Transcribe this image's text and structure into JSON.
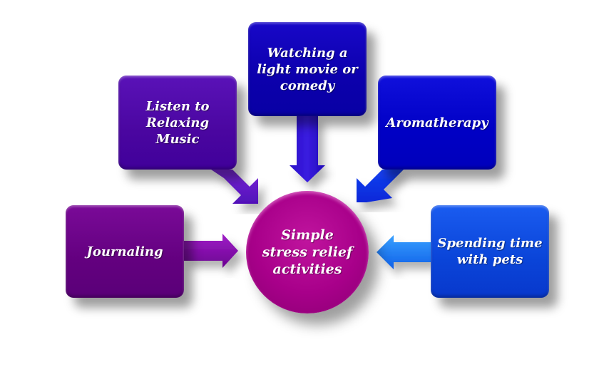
{
  "diagram": {
    "center": {
      "lines": [
        "Simple",
        "stress relief",
        "activities"
      ],
      "color": "#a8008a"
    },
    "nodes": [
      {
        "id": "journaling",
        "lines": [
          "Journaling"
        ],
        "color": "#63007f",
        "arrow_direction": "right"
      },
      {
        "id": "music",
        "lines": [
          "Listen to",
          "Relaxing Music"
        ],
        "color": "#4a06a0",
        "arrow_direction": "down-right"
      },
      {
        "id": "movie",
        "lines": [
          "Watching a",
          "light movie or",
          "comedy"
        ],
        "color": "#0c00ac",
        "arrow_direction": "down"
      },
      {
        "id": "aroma",
        "lines": [
          "Aromatherapy"
        ],
        "color": "#0000c4",
        "arrow_direction": "down-left"
      },
      {
        "id": "pets",
        "lines": [
          "Spending time",
          "with pets"
        ],
        "color": "#0a44d8",
        "arrow_direction": "left"
      }
    ]
  }
}
